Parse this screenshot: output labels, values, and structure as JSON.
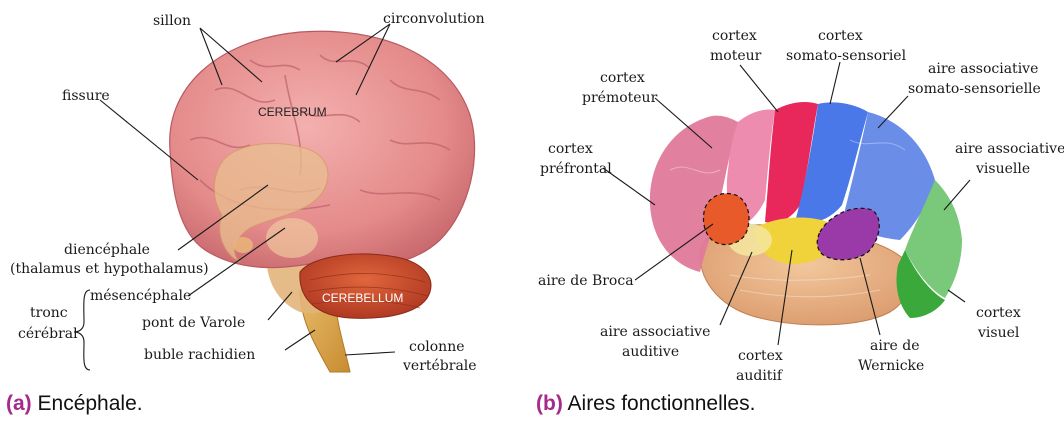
{
  "panel_a": {
    "tag": "(a)",
    "caption": "Encéphale.",
    "labels": {
      "sillon": "sillon",
      "circonvolution": "circonvolution",
      "fissure": "fissure",
      "cerebrum": "CEREBRUM",
      "cerebellum": "CEREBELLUM",
      "diencephale": "diencéphale",
      "diencephale_detail": "(thalamus et hypothalamus)",
      "tronc_line1": "tronc",
      "tronc_line2": "cérébral",
      "mesencephale": "mésencéphale",
      "pont": "pont de Varole",
      "bulbe": "buble rachidien",
      "colonne_line1": "colonne",
      "colonne_line2": "vertébrale"
    }
  },
  "panel_b": {
    "tag": "(b)",
    "caption": "Aires fonctionnelles.",
    "labels": {
      "moteur_1": "cortex",
      "moteur_2": "moteur",
      "somato_1": "cortex",
      "somato_2": "somato-sensoriel",
      "premoteur_1": "cortex",
      "premoteur_2": "prémoteur",
      "assoc_somato_1": "aire associative",
      "assoc_somato_2": "somato-sensorielle",
      "prefrontal_1": "cortex",
      "prefrontal_2": "préfrontal",
      "assoc_visuelle_1": "aire associative",
      "assoc_visuelle_2": "visuelle",
      "broca": "aire de Broca",
      "visuel_1": "cortex",
      "visuel_2": "visuel",
      "assoc_auditive_1": "aire associative",
      "assoc_auditive_2": "auditive",
      "wernicke_1": "aire de",
      "wernicke_2": "Wernicke",
      "auditif_1": "cortex",
      "auditif_2": "auditif"
    }
  },
  "colors": {
    "cerebrum": "#e48a8a",
    "diencephale": "#e8b98a",
    "cerebellum": "#c0442a",
    "brainstem": "#d9a24a",
    "prefrontal": "#e07a9a",
    "premoteur": "#e87aa0",
    "moteur": "#e8285a",
    "somato": "#4a78e8",
    "assoc_somato": "#6a8ee8",
    "visuel": "#3aa83a",
    "assoc_visuelle": "#7ac87a",
    "temporal": "#e8b080",
    "auditif": "#f0d23a",
    "wernicke": "#9a3aa8",
    "broca": "#e85a2a",
    "caption_tag": "#a52a8a"
  }
}
